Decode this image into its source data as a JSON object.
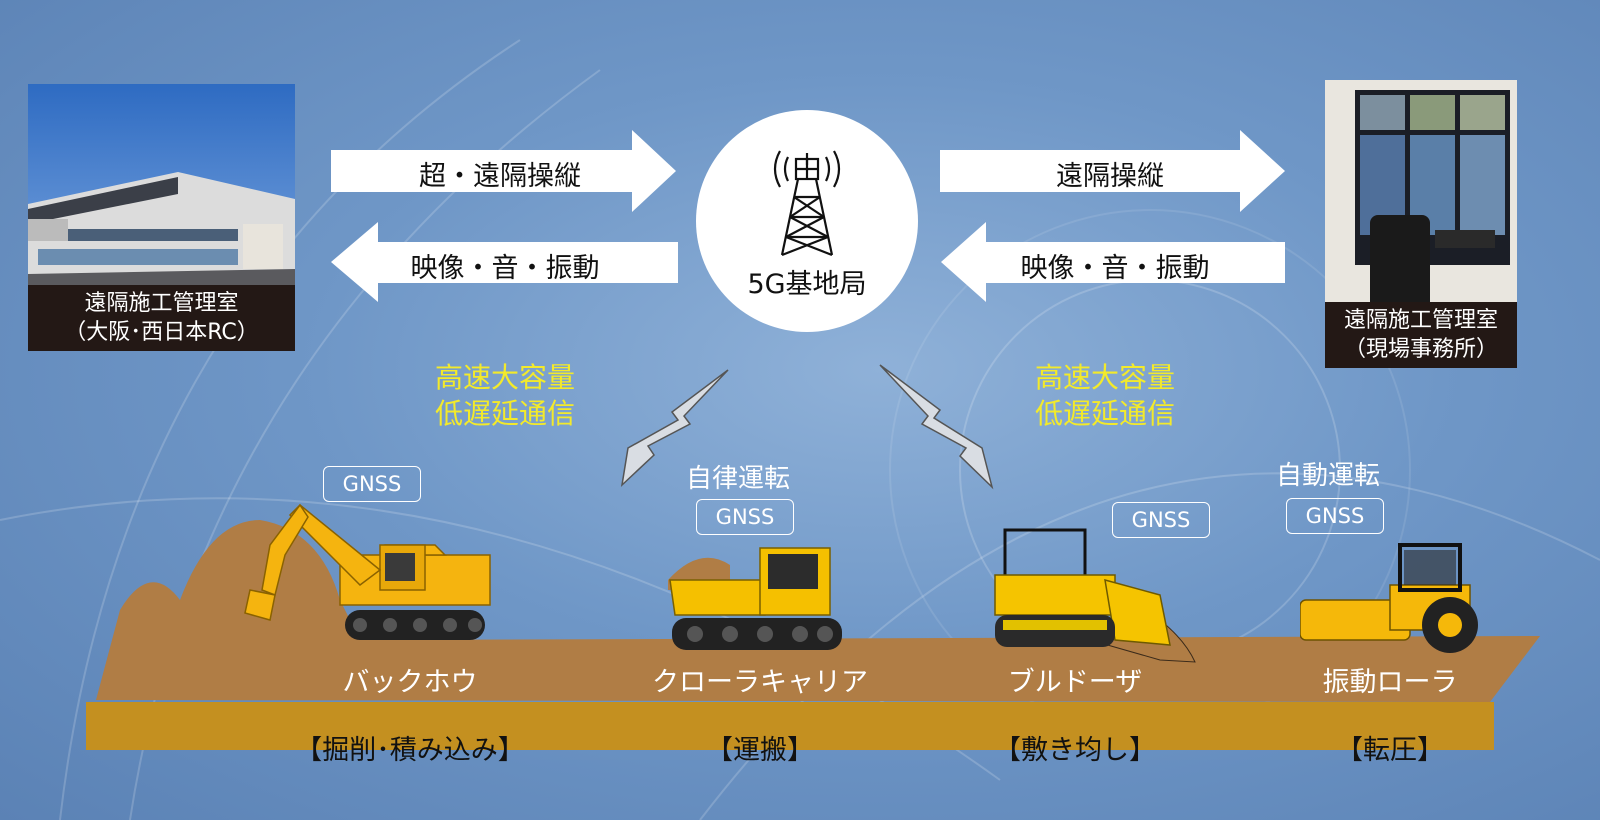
{
  "offices": {
    "left_caption": "遠隔施工管理室\n（大阪･西日本RC）",
    "right_caption": "遠隔施工管理室\n（現場事務所）"
  },
  "arrows": {
    "left_top": "超・遠隔操縦",
    "left_bottom": "映像・音・振動",
    "right_top": "遠隔操縦",
    "right_bottom": "映像・音・振動"
  },
  "station": {
    "label": "5G基地局"
  },
  "comms": {
    "left": "高速大容量\n低遅延通信",
    "right": "高速大容量\n低遅延通信"
  },
  "badges": {
    "gnss": "GNSS"
  },
  "modes": {
    "autonomous": "自律運転",
    "automatic": "自動運転"
  },
  "machines": [
    {
      "name": "バックホウ",
      "task": "【掘削･積み込み】"
    },
    {
      "name": "クローラキャリア",
      "task": "【運搬】"
    },
    {
      "name": "ブルドーザ",
      "task": "【敷き均し】"
    },
    {
      "name": "振動ローラ",
      "task": "【転圧】"
    }
  ],
  "colors": {
    "background": "#6f97c7",
    "ground": "#b07d45",
    "band": "#c49020",
    "machine_yellow": "#f5b40f",
    "caption_bg": "#231815",
    "comm_text": "#f3ea2a"
  }
}
